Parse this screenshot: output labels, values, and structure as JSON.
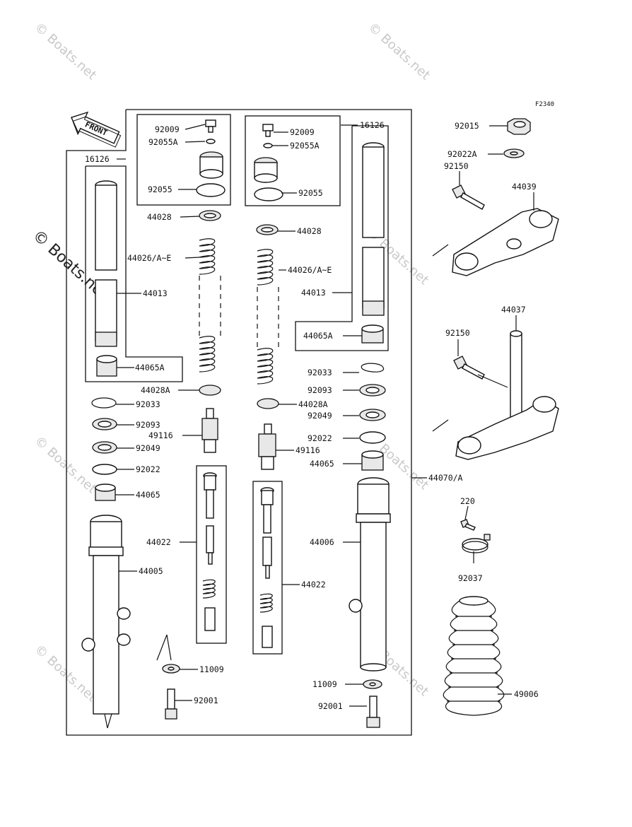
{
  "figure_code": "F2340",
  "front_label": "FRONT",
  "watermarks": [
    "© Boats.net",
    "© Boats.net",
    "© Boats.net",
    "© Boats.net",
    "© Boats.net",
    "© Boats.net",
    "© Boats.net",
    "© Boats.net"
  ],
  "labels": {
    "l16126": "16126",
    "r16126": "16126",
    "l92009": "92009",
    "l92055A": "92055A",
    "l92055": "92055",
    "r92009": "92009",
    "r92055A": "92055A",
    "r92055": "92055",
    "l44028": "44028",
    "r44028": "44028",
    "l44026": "44026/A~E",
    "r44026": "44026/A~E",
    "l44013": "44013",
    "r44013": "44013",
    "l44065A": "44065A",
    "r44065A": "44065A",
    "l44028A": "44028A",
    "r44028A": "44028A",
    "l92033": "92033",
    "r92033": "92033",
    "l92093": "92093",
    "r92093": "92093",
    "l92049": "92049",
    "r92049": "92049",
    "l92022": "92022",
    "r92022": "92022",
    "l49116": "49116",
    "r49116": "49116",
    "l44065": "44065",
    "r44065": "44065",
    "l44022": "44022",
    "r44022": "44022",
    "l44005": "44005",
    "r44006": "44006",
    "l11009": "11009",
    "r11009": "11009",
    "l92001": "92001",
    "r92001": "92001",
    "s44070": "44070/A",
    "s92015": "92015",
    "s92022A": "92022A",
    "s92150a": "92150",
    "s44039": "44039",
    "s44037": "44037",
    "s92150b": "92150",
    "s220": "220",
    "s92037": "92037",
    "s49006": "49006"
  }
}
